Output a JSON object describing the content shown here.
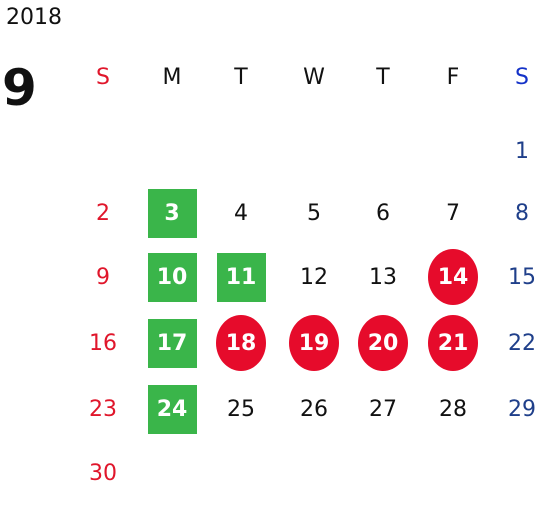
{
  "year": "2018",
  "month": "9",
  "weekdays": [
    "S",
    "M",
    "T",
    "W",
    "T",
    "F",
    "S"
  ],
  "colors": {
    "sunday": "#e0162b",
    "saturday": "#1f3f8a",
    "saturday_header": "#1432c8",
    "weekday": "#111111",
    "green_highlight": "#3ab54a",
    "red_highlight": "#e60b2b"
  },
  "weeks": [
    [
      null,
      null,
      null,
      null,
      null,
      null,
      {
        "day": "1"
      }
    ],
    [
      {
        "day": "2"
      },
      {
        "day": "3",
        "mark": "green"
      },
      {
        "day": "4"
      },
      {
        "day": "5"
      },
      {
        "day": "6"
      },
      {
        "day": "7"
      },
      {
        "day": "8"
      }
    ],
    [
      {
        "day": "9"
      },
      {
        "day": "10",
        "mark": "green"
      },
      {
        "day": "11",
        "mark": "green"
      },
      {
        "day": "12"
      },
      {
        "day": "13"
      },
      {
        "day": "14",
        "mark": "red"
      },
      {
        "day": "15"
      }
    ],
    [
      {
        "day": "16"
      },
      {
        "day": "17",
        "mark": "green"
      },
      {
        "day": "18",
        "mark": "red"
      },
      {
        "day": "19",
        "mark": "red"
      },
      {
        "day": "20",
        "mark": "red"
      },
      {
        "day": "21",
        "mark": "red"
      },
      {
        "day": "22"
      }
    ],
    [
      {
        "day": "23"
      },
      {
        "day": "24",
        "mark": "green"
      },
      {
        "day": "25"
      },
      {
        "day": "26"
      },
      {
        "day": "27"
      },
      {
        "day": "28"
      },
      {
        "day": "29"
      }
    ],
    [
      {
        "day": "30"
      },
      null,
      null,
      null,
      null,
      null,
      null
    ]
  ]
}
